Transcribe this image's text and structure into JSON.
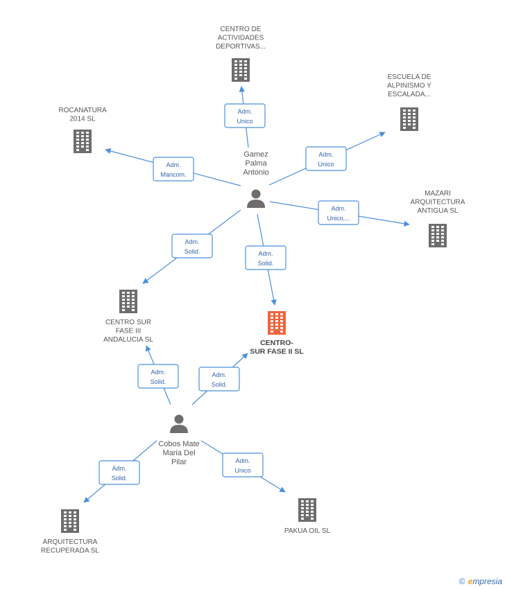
{
  "nodes": [
    {
      "id": "actividades",
      "type": "company",
      "lines": [
        "CENTRO DE",
        "ACTIVIDADES",
        "DEPORTIVAS..."
      ]
    },
    {
      "id": "escuela",
      "type": "company",
      "lines": [
        "ESCUELA DE",
        "ALPINISMO Y",
        "ESCALADA..."
      ]
    },
    {
      "id": "rocanatura",
      "type": "company",
      "lines": [
        "ROCANATURA",
        "2014  SL"
      ]
    },
    {
      "id": "gamez",
      "type": "person",
      "lines": [
        "Gamez",
        "Palma",
        "Antonio"
      ]
    },
    {
      "id": "mazari",
      "type": "company",
      "lines": [
        "MAZARI",
        "ARQUITECTURA",
        "ANTIGUA SL"
      ]
    },
    {
      "id": "fase3",
      "type": "company",
      "lines": [
        "CENTRO SUR",
        "FASE III",
        "ANDALUCIA SL"
      ]
    },
    {
      "id": "fase2",
      "type": "company",
      "focus": true,
      "lines": [
        "CENTRO-",
        "SUR FASE II SL"
      ]
    },
    {
      "id": "cobos",
      "type": "person",
      "lines": [
        "Cobos Mate",
        "Maria Del",
        "Pilar"
      ]
    },
    {
      "id": "recuperada",
      "type": "company",
      "lines": [
        "ARQUITECTURA",
        "RECUPERADA SL"
      ]
    },
    {
      "id": "pakua",
      "type": "company",
      "lines": [
        "PAKUA OIL  SL"
      ]
    }
  ],
  "edges": [
    {
      "from": "gamez",
      "to": "actividades",
      "label": [
        "Adm.",
        "Unico"
      ]
    },
    {
      "from": "gamez",
      "to": "escuela",
      "label": [
        "Adm.",
        "Unico"
      ]
    },
    {
      "from": "gamez",
      "to": "rocanatura",
      "label": [
        "Adm.",
        "Mancom."
      ]
    },
    {
      "from": "gamez",
      "to": "mazari",
      "label": [
        "Adm.",
        "Unico,..."
      ]
    },
    {
      "from": "gamez",
      "to": "fase3",
      "label": [
        "Adm.",
        "Solid."
      ]
    },
    {
      "from": "gamez",
      "to": "fase2",
      "label": [
        "Adm.",
        "Solid."
      ]
    },
    {
      "from": "cobos",
      "to": "fase3",
      "label": [
        "Adm.",
        "Solid."
      ]
    },
    {
      "from": "cobos",
      "to": "fase2",
      "label": [
        "Adm.",
        "Solid."
      ]
    },
    {
      "from": "cobos",
      "to": "recuperada",
      "label": [
        "Adm.",
        "Solid."
      ]
    },
    {
      "from": "cobos",
      "to": "pakua",
      "label": [
        "Adm.",
        "Unico"
      ]
    }
  ],
  "footer": {
    "copyright": "©",
    "brand_first": "e",
    "brand_rest": "mpresia"
  },
  "colors": {
    "edge": "#4a8fdb",
    "icon": "#6d6d6d",
    "focus": "#f0643c"
  }
}
